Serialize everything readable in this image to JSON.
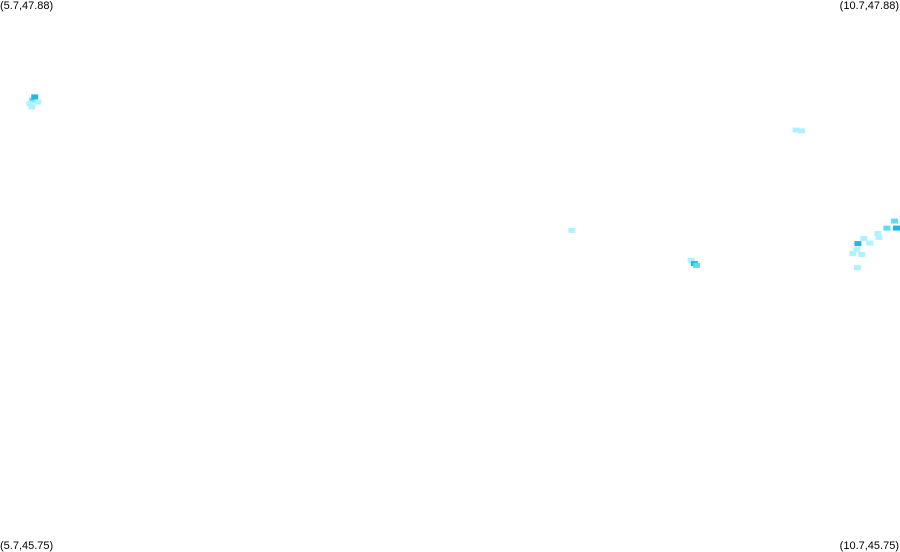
{
  "corners": {
    "top_left": "(5.7,47.88)",
    "top_right": "(10.7,47.88)",
    "bottom_left": "(5.7,45.75)",
    "bottom_right": "(10.7,45.75)"
  },
  "bounds": {
    "lon_min": 5.7,
    "lon_max": 10.7,
    "lat_min": 45.75,
    "lat_max": 47.88
  },
  "colors": {
    "light": "#aef2ff",
    "medium": "#5ddcf5",
    "dark": "#1fb8e6",
    "background": "#ffffff"
  },
  "precipitation_cells": [
    {
      "lon": 5.882,
      "lat": 47.493,
      "level": "medium"
    },
    {
      "lon": 5.893,
      "lat": 47.506,
      "level": "dark"
    },
    {
      "lon": 5.866,
      "lat": 47.48,
      "level": "light"
    },
    {
      "lon": 5.877,
      "lat": 47.467,
      "level": "light"
    },
    {
      "lon": 5.91,
      "lat": 47.486,
      "level": "light"
    },
    {
      "lon": 10.122,
      "lat": 47.378,
      "level": "light"
    },
    {
      "lon": 10.153,
      "lat": 47.375,
      "level": "light"
    },
    {
      "lon": 8.877,
      "lat": 46.991,
      "level": "light"
    },
    {
      "lon": 9.54,
      "lat": 46.875,
      "level": "light"
    },
    {
      "lon": 9.558,
      "lat": 46.863,
      "level": "dark"
    },
    {
      "lon": 9.57,
      "lat": 46.856,
      "level": "medium"
    },
    {
      "lon": 10.488,
      "lat": 46.898,
      "level": "light"
    },
    {
      "lon": 10.532,
      "lat": 46.942,
      "level": "light"
    },
    {
      "lon": 10.583,
      "lat": 46.964,
      "level": "light"
    },
    {
      "lon": 10.627,
      "lat": 47.0,
      "level": "medium"
    },
    {
      "lon": 10.67,
      "lat": 47.027,
      "level": "medium"
    },
    {
      "lon": 10.688,
      "lat": 47.0,
      "level": "dark"
    },
    {
      "lon": 10.466,
      "lat": 46.94,
      "level": "dark"
    },
    {
      "lon": 10.499,
      "lat": 46.96,
      "level": "light"
    },
    {
      "lon": 10.46,
      "lat": 46.918,
      "level": "light"
    },
    {
      "lon": 10.438,
      "lat": 46.902,
      "level": "light"
    },
    {
      "lon": 10.463,
      "lat": 46.847,
      "level": "light"
    },
    {
      "lon": 10.577,
      "lat": 46.979,
      "level": "light"
    }
  ]
}
